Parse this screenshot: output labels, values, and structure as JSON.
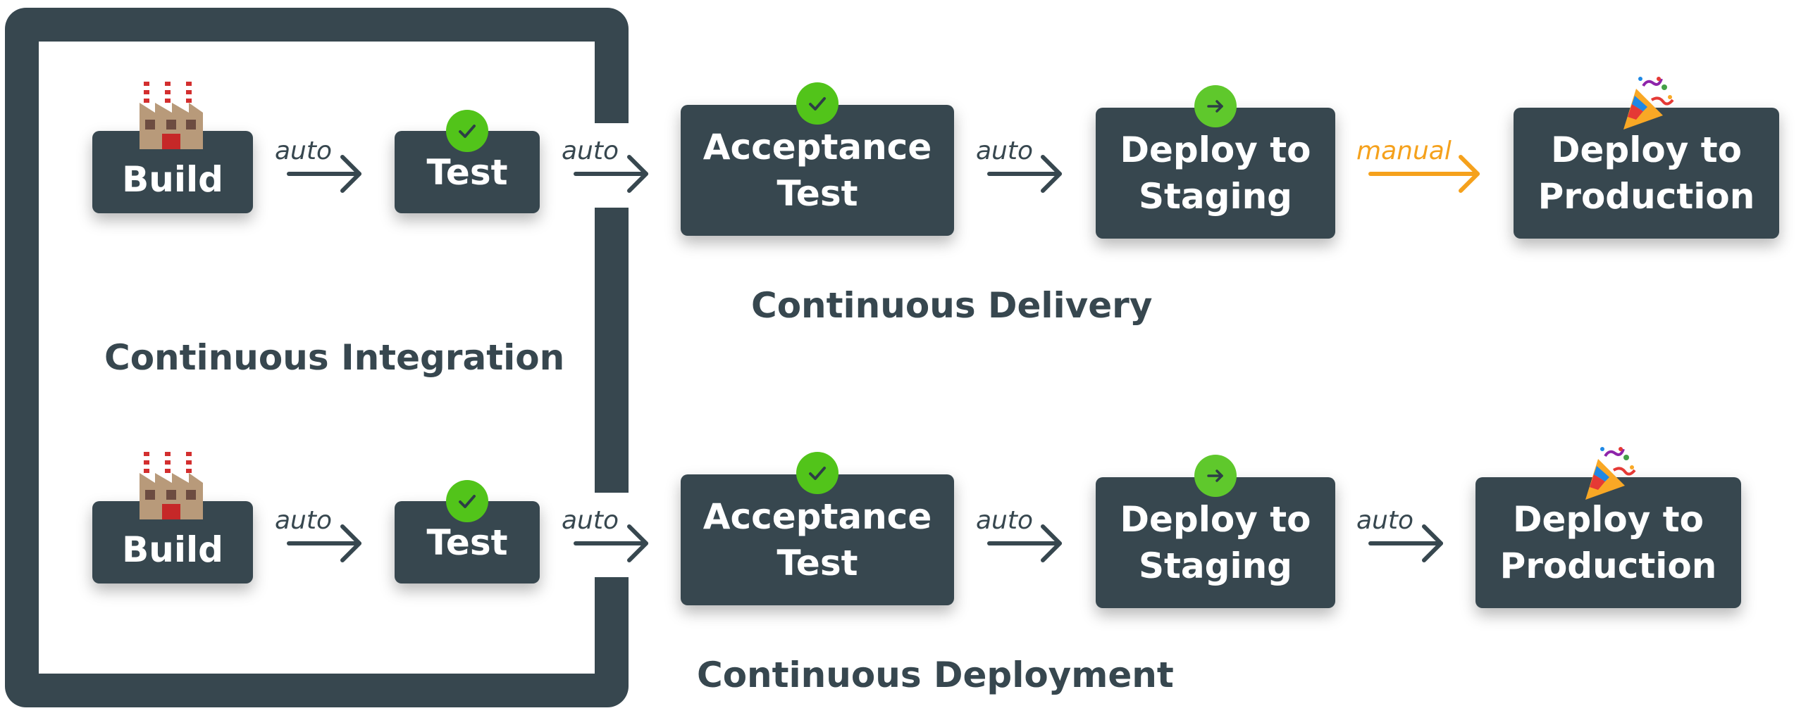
{
  "colors": {
    "dark": "#37474f",
    "check": "#52c41a",
    "manual": "#f5a11c"
  },
  "sections": {
    "ci": "Continuous Integration",
    "delivery": "Continuous Delivery",
    "deployment": "Continuous Deployment"
  },
  "delivery_row": {
    "stages": {
      "build": "Build",
      "test": "Test",
      "acceptance": "Acceptance\nTest",
      "staging": "Deploy to\nStaging",
      "production": "Deploy to\nProduction"
    },
    "arrows": [
      "auto",
      "auto",
      "auto",
      "manual"
    ]
  },
  "deployment_row": {
    "stages": {
      "build": "Build",
      "test": "Test",
      "acceptance": "Acceptance\nTest",
      "staging": "Deploy to\nStaging",
      "production": "Deploy to\nProduction"
    },
    "arrows": [
      "auto",
      "auto",
      "auto",
      "auto"
    ]
  },
  "icons": {
    "build": "factory-icon",
    "test": "checkmark-icon",
    "acceptance": "checkmark-icon",
    "staging": "arrow-right-icon",
    "production": "party-popper-icon"
  }
}
